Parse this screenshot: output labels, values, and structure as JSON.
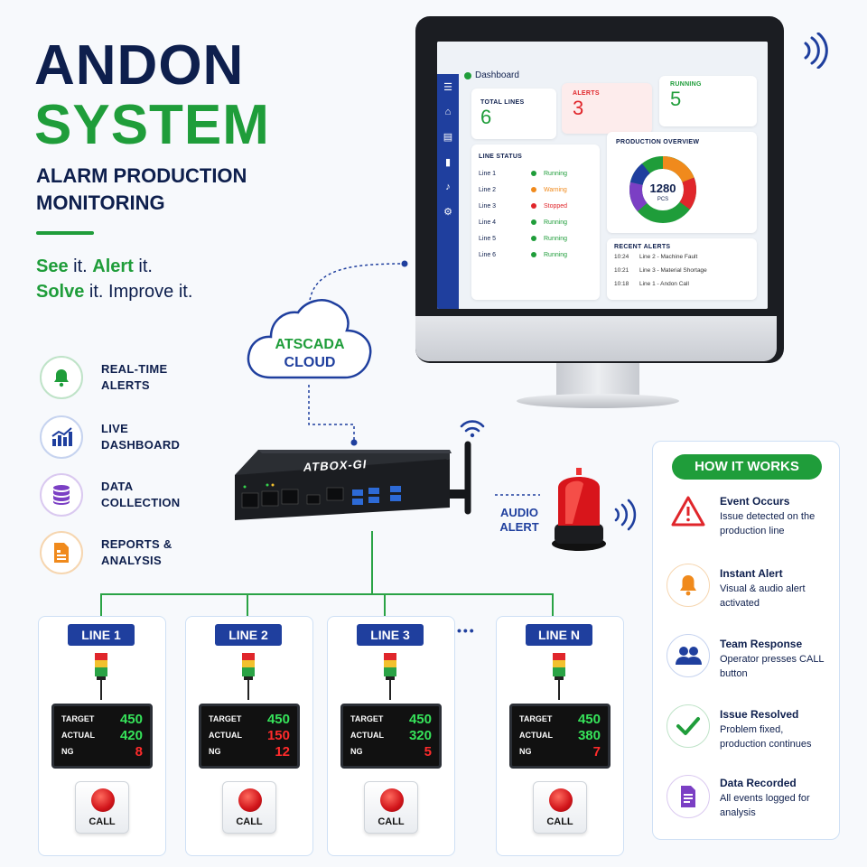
{
  "title": {
    "line1": "ANDON",
    "line2": "SYSTEM",
    "subtitle": "ALARM PRODUCTION MONITORING"
  },
  "tagline": {
    "row1": {
      "w1": "See",
      "t1": " it. ",
      "w2": "Alert",
      "t2": " it."
    },
    "row2": {
      "w1": "Solve",
      "t1": " it. Improve it."
    }
  },
  "features": [
    {
      "label": "REAL-TIME ALERTS",
      "icon": "bell-icon",
      "color": "#1f9d3a"
    },
    {
      "label": "LIVE DASHBOARD",
      "icon": "bar-chart-icon",
      "color": "#1f3f9e"
    },
    {
      "label": "DATA COLLECTION",
      "icon": "database-icon",
      "color": "#7b3fc4"
    },
    {
      "label": "REPORTS & ANALYSIS",
      "icon": "report-icon",
      "color": "#f08a1c"
    }
  ],
  "dashboard": {
    "header": "Dashboard",
    "cards": [
      {
        "label": "TOTAL LINES",
        "value": "6",
        "color": "#1f9d3a"
      },
      {
        "label": "ALERTS",
        "value": "3",
        "color": "#e0262b"
      },
      {
        "label": "RUNNING",
        "value": "5",
        "color": "#1f9d3a"
      }
    ],
    "line_status": {
      "title": "LINE STATUS",
      "rows": [
        {
          "line": "Line 1",
          "status": "Running",
          "color": "#1f9d3a"
        },
        {
          "line": "Line 2",
          "status": "Warning",
          "color": "#f08a1c"
        },
        {
          "line": "Line 3",
          "status": "Stopped",
          "color": "#e0262b"
        },
        {
          "line": "Line 4",
          "status": "Running",
          "color": "#1f9d3a"
        },
        {
          "line": "Line 5",
          "status": "Running",
          "color": "#1f9d3a"
        },
        {
          "line": "Line 6",
          "status": "Running",
          "color": "#1f9d3a"
        }
      ]
    },
    "overview": {
      "title": "PRODUCTION OVERVIEW",
      "value": "1280",
      "unit": "PCS"
    },
    "recent_alerts": {
      "title": "RECENT ALERTS",
      "rows": [
        {
          "time": "10:24",
          "text": "Line 2 - Machine Fault"
        },
        {
          "time": "10:21",
          "text": "Line 3 - Material Shortage"
        },
        {
          "time": "10:18",
          "text": "Line 1 - Andon Call"
        }
      ]
    }
  },
  "cloud": {
    "line1": "ATSCADA",
    "line2": "CLOUD"
  },
  "gateway": {
    "name": "ATBOX-GI"
  },
  "audio_alert": "AUDIO ALERT",
  "lines": [
    {
      "name": "LINE 1",
      "target": "450",
      "actual": "420",
      "ng": "8"
    },
    {
      "name": "LINE 2",
      "target": "450",
      "actual": "150",
      "ng": "12"
    },
    {
      "name": "LINE 3",
      "target": "450",
      "actual": "320",
      "ng": "5"
    },
    {
      "name": "LINE N",
      "target": "450",
      "actual": "380",
      "ng": "7"
    }
  ],
  "line_labels": {
    "target": "TARGET",
    "actual": "ACTUAL",
    "ng": "NG",
    "call": "CALL",
    "ellipsis": "•••"
  },
  "how_it_works": {
    "title": "HOW IT WORKS",
    "steps": [
      {
        "title": "Event Occurs",
        "desc": "Issue detected on the production line",
        "icon": "warning-icon",
        "color": "#e0262b"
      },
      {
        "title": "Instant Alert",
        "desc": "Visual & audio alert activated",
        "icon": "bell-icon",
        "color": "#f08a1c"
      },
      {
        "title": "Team Response",
        "desc": "Operator presses CALL button",
        "icon": "team-icon",
        "color": "#1f3f9e"
      },
      {
        "title": "Issue Resolved",
        "desc": "Problem fixed, production continues",
        "icon": "check-icon",
        "color": "#1f9d3a"
      },
      {
        "title": "Data Recorded",
        "desc": "All events logged for analysis",
        "icon": "document-icon",
        "color": "#7b3fc4"
      }
    ]
  }
}
